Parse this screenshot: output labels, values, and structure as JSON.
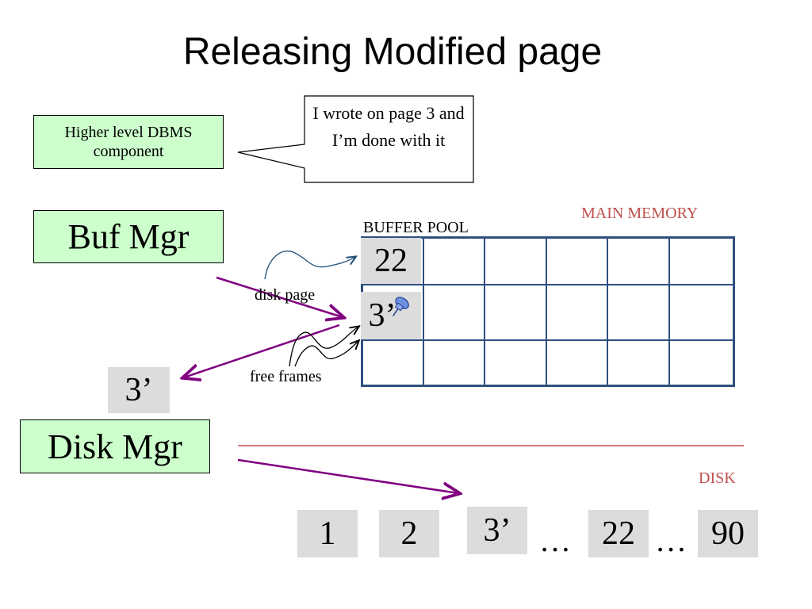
{
  "title": "Releasing Modified page",
  "higher_level": "Higher level DBMS component",
  "speech_bubble": "I wrote on page 3 and I’m done with it",
  "buf_mgr": "Buf Mgr",
  "disk_mgr": "Disk Mgr",
  "labels": {
    "main_memory": "MAIN MEMORY",
    "buffer_pool": "BUFFER POOL",
    "disk_page": "disk page",
    "free_frames": "free frames",
    "disk": "DISK"
  },
  "pool_pages": [
    "22",
    "3’"
  ],
  "evicted_page": "3’",
  "disk_pages": [
    "1",
    "2",
    "3’",
    "22",
    "90"
  ],
  "ellipsis": "…",
  "colors": {
    "green_box": "#ccffcc",
    "page_gray": "#dcdcdc",
    "pool_border": "#2f4f7f",
    "red_label": "#c0504d",
    "purple_arrow": "#800080",
    "blue_arrow": "#1f4e79"
  },
  "icons": [
    "pushpin-icon"
  ]
}
